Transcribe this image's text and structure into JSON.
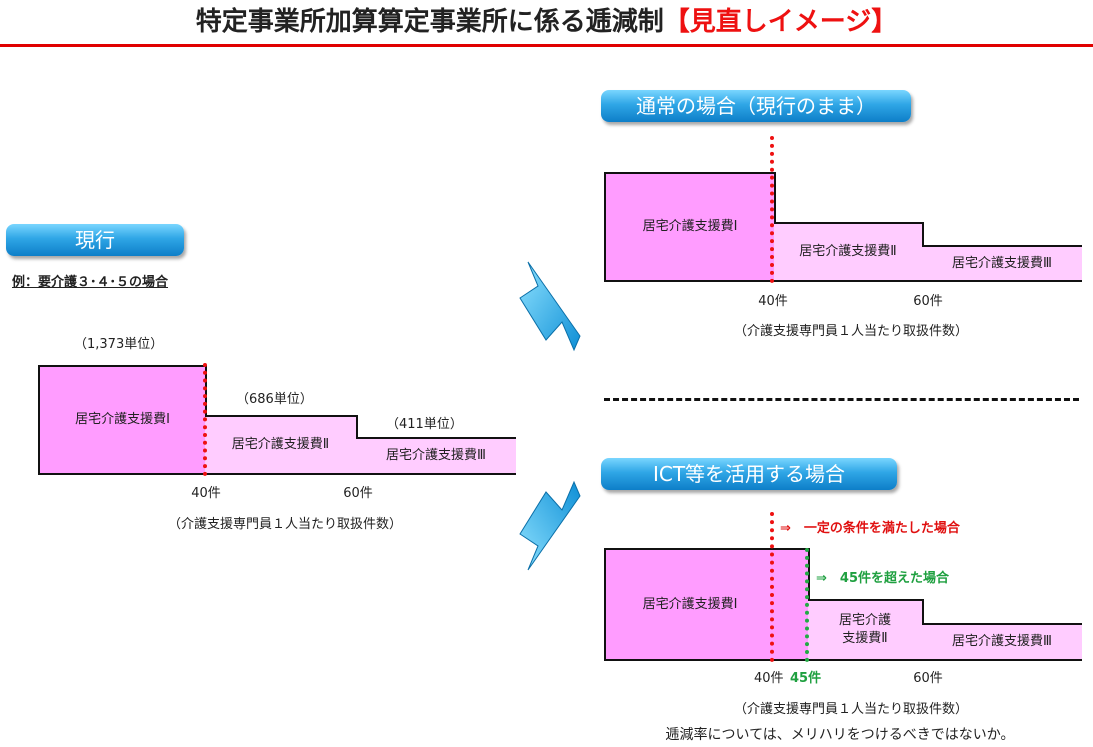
{
  "title": {
    "main": "特定事業所加算算定事業所に係る逓減制",
    "accent": "【見直しイメージ】"
  },
  "current": {
    "heading": "現行",
    "example": "例：要介護３･４･５の場合",
    "fee1": "居宅介護支援費Ⅰ",
    "fee2": "居宅介護支援費Ⅱ",
    "fee3": "居宅介護支援費Ⅲ",
    "units1": "（1,373単位）",
    "units2": "（686単位）",
    "units3": "（411単位）",
    "tick40": "40件",
    "tick60": "60件",
    "axis": "（介護支援専門員１人当たり取扱件数）"
  },
  "normal": {
    "heading": "通常の場合（現行のまま）",
    "fee1": "居宅介護支援費Ⅰ",
    "fee2": "居宅介護支援費Ⅱ",
    "fee3": "居宅介護支援費Ⅲ",
    "tick40": "40件",
    "tick60": "60件",
    "axis": "（介護支援専門員１人当たり取扱件数）"
  },
  "ict": {
    "heading": "ICT等を活用する場合",
    "note_red": "⇒　一定の条件を満たした場合",
    "note_green": "⇒　45件を超えた場合",
    "fee1": "居宅介護支援費Ⅰ",
    "fee2_line1": "居宅介護",
    "fee2_line2": "支援費Ⅱ",
    "fee3": "居宅介護支援費Ⅲ",
    "tick40": "40件",
    "tick45": "45件",
    "tick60": "60件",
    "axis": "（介護支援専門員１人当たり取扱件数）"
  },
  "footer": "逓減率については、メリハリをつけるべきではないか。",
  "colors": {
    "fee1": "#ff9cff",
    "fee2": "#ffccff",
    "red": "#ee1111",
    "green": "#22aa44",
    "pill": "#1f95dc",
    "arrow": "#29b7f0"
  }
}
